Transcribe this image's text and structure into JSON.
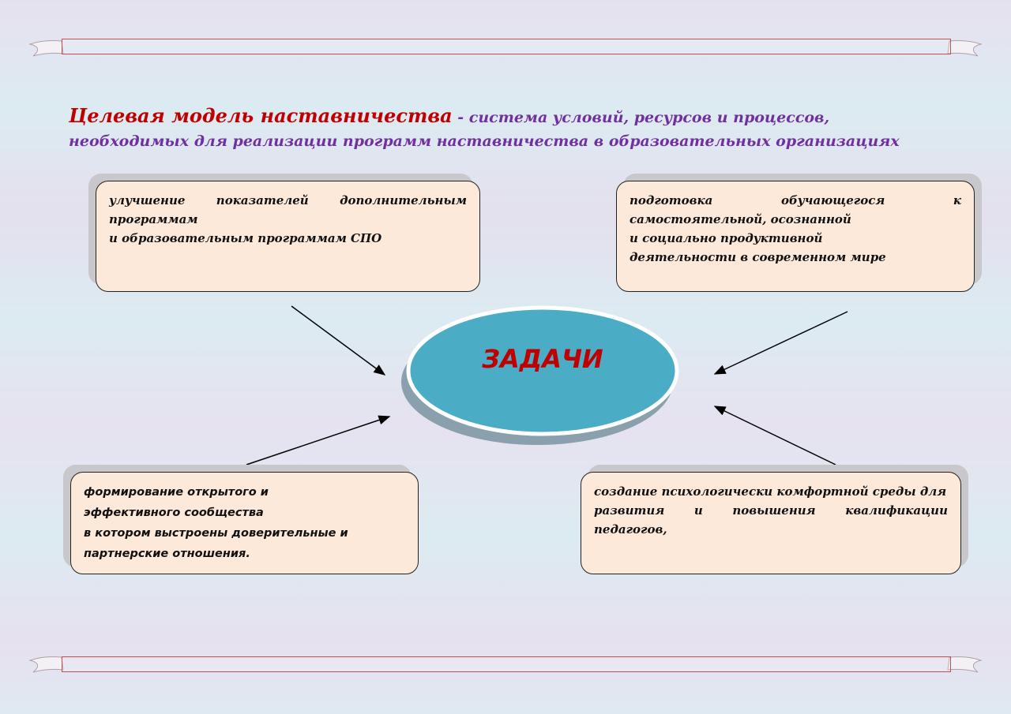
{
  "title": {
    "main": "Целевая модель наставничества",
    "rest": " - система условий, ресурсов и процессов, необходимых для реализации программ  наставничества в образовательных организациях"
  },
  "center": {
    "label": "ЗАДАЧИ"
  },
  "tasks": [
    {
      "lines": [
        "улучшение показателей дополнительным программам",
        "и образовательным программам СПО"
      ]
    },
    {
      "lines": [
        "подготовка обучающегося к самостоятельной, осознанной",
        "и социально продуктивной",
        "деятельности в современном мире"
      ]
    },
    {
      "lines": [
        "формирование открытого и",
        "эффективного сообщества",
        "в котором выстроены  доверительные и",
        "партнерские отношения."
      ]
    },
    {
      "lines": [
        "создание психологически комфортной среды для",
        "развития и повышения квалификации педагогов,"
      ]
    }
  ],
  "colors": {
    "accent": "#c00000",
    "subtitle": "#7030a0",
    "ellipse": "#4bacc6",
    "box": "#fde9d9"
  }
}
